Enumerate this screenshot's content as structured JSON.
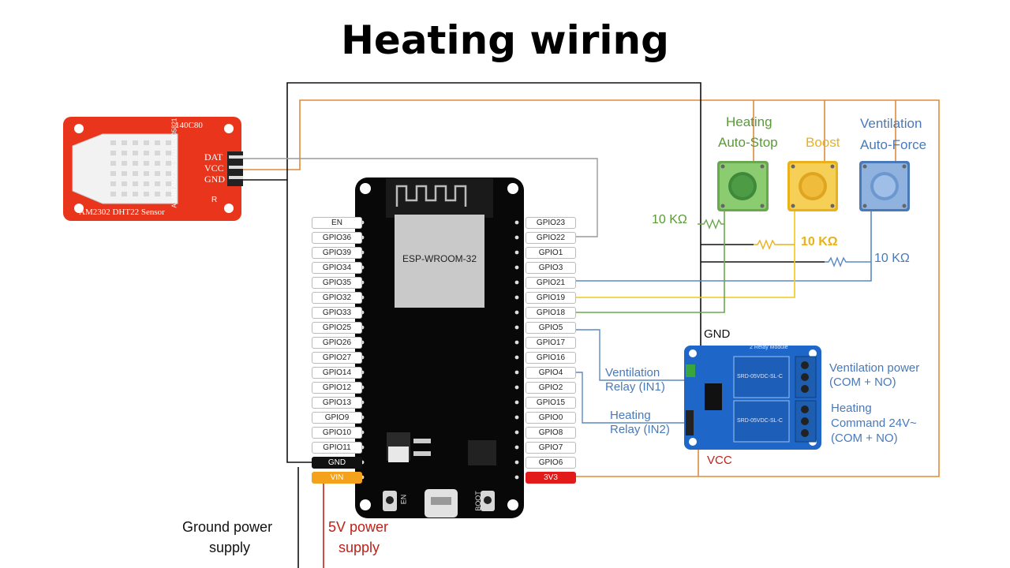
{
  "title": "Heating wiring",
  "sensor": {
    "model_code": "140C80",
    "board_label": "AM2302 DHT22 Sensor",
    "pin_dat": "DAT",
    "pin_vcc": "VCC",
    "pin_gnd": "GND",
    "side_text": "ASAIR AM2302 SNJ1B2605821",
    "r_label": "R"
  },
  "esp32": {
    "module_label": "ESP-WROOM-32",
    "en_label": "EN",
    "boot_label": "BOOT",
    "left_pins": [
      "EN",
      "GPIO36",
      "GPIO39",
      "GPIO34",
      "GPIO35",
      "GPIO32",
      "GPIO33",
      "GPIO25",
      "GPIO26",
      "GPIO27",
      "GPIO14",
      "GPIO12",
      "GPIO13",
      "GPIO9",
      "GPIO10",
      "GPIO11",
      "GND",
      "VIN"
    ],
    "right_pins": [
      "GPIO23",
      "GPIO22",
      "GPIO1",
      "GPIO3",
      "GPIO21",
      "GPIO19",
      "GPIO18",
      "GPIO5",
      "GPIO17",
      "GPIO16",
      "GPIO4",
      "GPIO2",
      "GPIO15",
      "GPIO0",
      "GPIO8",
      "GPIO7",
      "GPIO6",
      "3V3"
    ]
  },
  "buttons": {
    "heating": {
      "line1": "Heating",
      "line2": "Auto-Stop",
      "color": "#6aa84f"
    },
    "boost": {
      "line1": "Boost",
      "color": "#e9b21a"
    },
    "ventilation": {
      "line1": "Ventilation",
      "line2": "Auto-Force",
      "color": "#4a79b8"
    }
  },
  "resistors": {
    "green": "10 KΩ",
    "yellow": "10 KΩ",
    "blue": "10 KΩ"
  },
  "relay": {
    "gnd_label": "GND",
    "vcc_label": "VCC",
    "module_title": "2 Relay Module",
    "in1_line1": "Ventilation",
    "in1_line2": "Relay (IN1)",
    "in2_line1": "Heating",
    "in2_line2": "Relay (IN2)",
    "out1_line1": "Ventilation power",
    "out1_line2": "(COM + NO)",
    "out2_line1": "Heating",
    "out2_line2": "Command 24V~",
    "out2_line3": "(COM + NO)",
    "chip_text": "SRD-05VDC-SL-C"
  },
  "power": {
    "ground_line1": "Ground power",
    "ground_line2": "supply",
    "v5_line1": "5V power",
    "v5_line2": "supply"
  },
  "colors": {
    "orange_wire": "#e08a3a",
    "black_wire": "#111111",
    "gray_wire": "#9a9a9a",
    "blue_wire": "#5b88c4",
    "yellow_wire": "#f2c81a",
    "green_wire": "#6aa84f"
  }
}
